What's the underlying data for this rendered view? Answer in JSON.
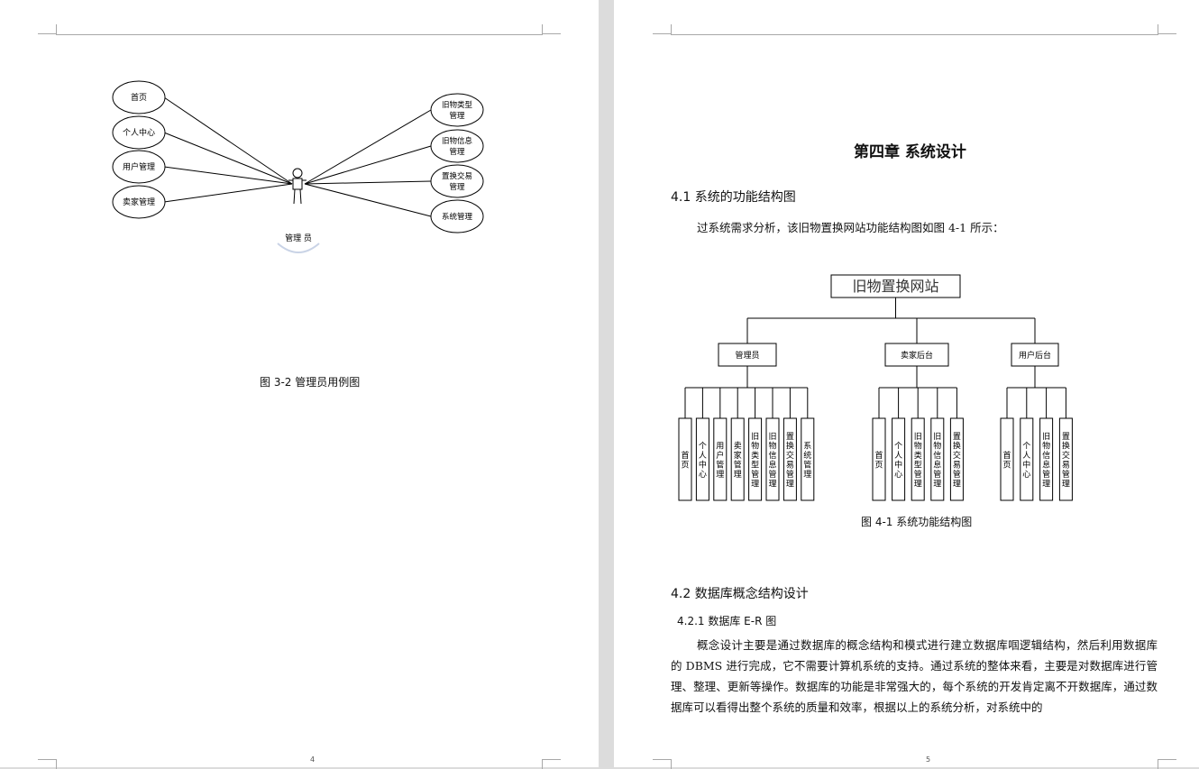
{
  "left_page": {
    "use_case": {
      "actor": "管理 员",
      "left_cases": [
        "首页",
        "个人中心",
        "用户管理",
        "卖家管理"
      ],
      "right_cases": [
        [
          "旧物类型",
          "管理"
        ],
        [
          "旧物信息",
          "管理"
        ],
        [
          "置换交易",
          "管理"
        ],
        [
          "系统管理"
        ]
      ]
    },
    "caption": "图 3-2 管理员用例图",
    "page_number": "4"
  },
  "right_page": {
    "chapter_title": "第四章  系统设计",
    "section_41": "4.1  系统的功能结构图",
    "intro": "过系统需求分析，该旧物置换网站功能结构图如图 4-1 所示：",
    "structure": {
      "root": "旧物置换网站",
      "groups": [
        {
          "name": "管理员",
          "items": [
            "首页",
            "个人中心",
            "用户管理",
            "卖家管理",
            "旧物类型管理",
            "旧物信息管理",
            "置换交易管理",
            "系统管理"
          ]
        },
        {
          "name": "卖家后台",
          "items": [
            "首页",
            "个人中心",
            "旧物类型管理",
            "旧物信息管理",
            "置换交易管理"
          ]
        },
        {
          "name": "用户后台",
          "items": [
            "首页",
            "个人中心",
            "旧物信息管理",
            "置换交易管理"
          ]
        }
      ]
    },
    "caption": "图 4-1  系统功能结构图",
    "section_42": "4.2  数据库概念结构设计",
    "subsection_421": "4.2.1    数据库 E-R 图",
    "paragraph": "概念设计主要是通过数据库的概念结构和模式进行建立数据库啯逻辑结构，然后利用数据库的 DBMS 进行完成，它不需要计算机系统的支持。通过系统的整体来看，主要是对数据库进行管理、整理、更新等操作。数据库的功能是非常强大的，每个系统的开发肯定离不开数据库，通过数据库可以看得出整个系统的质量和效率，根据以上的系统分析，对系统中的",
    "page_number": "5"
  }
}
